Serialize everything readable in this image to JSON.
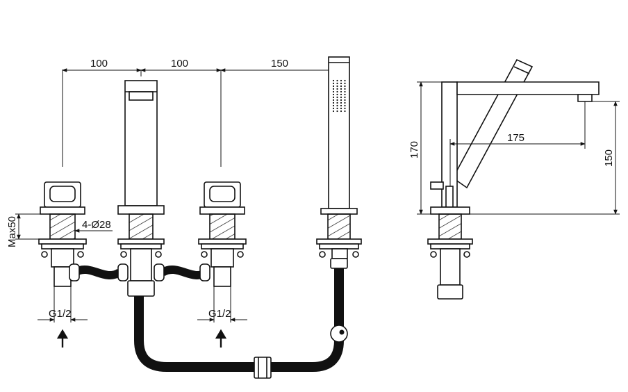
{
  "dimensions": {
    "front": {
      "spacing_left": "100",
      "spacing_mid": "100",
      "spacing_right": "150",
      "hole_dia": "4-Ø28",
      "max_thickness": "Max50",
      "thread_left": "G1/2",
      "thread_right": "G1/2"
    },
    "side": {
      "height": "170",
      "reach": "175",
      "outlet_height": "150"
    }
  },
  "colors": {
    "line": "#111111",
    "background": "#ffffff"
  },
  "icons": {
    "inlet_arrow": "arrow-up-icon"
  }
}
